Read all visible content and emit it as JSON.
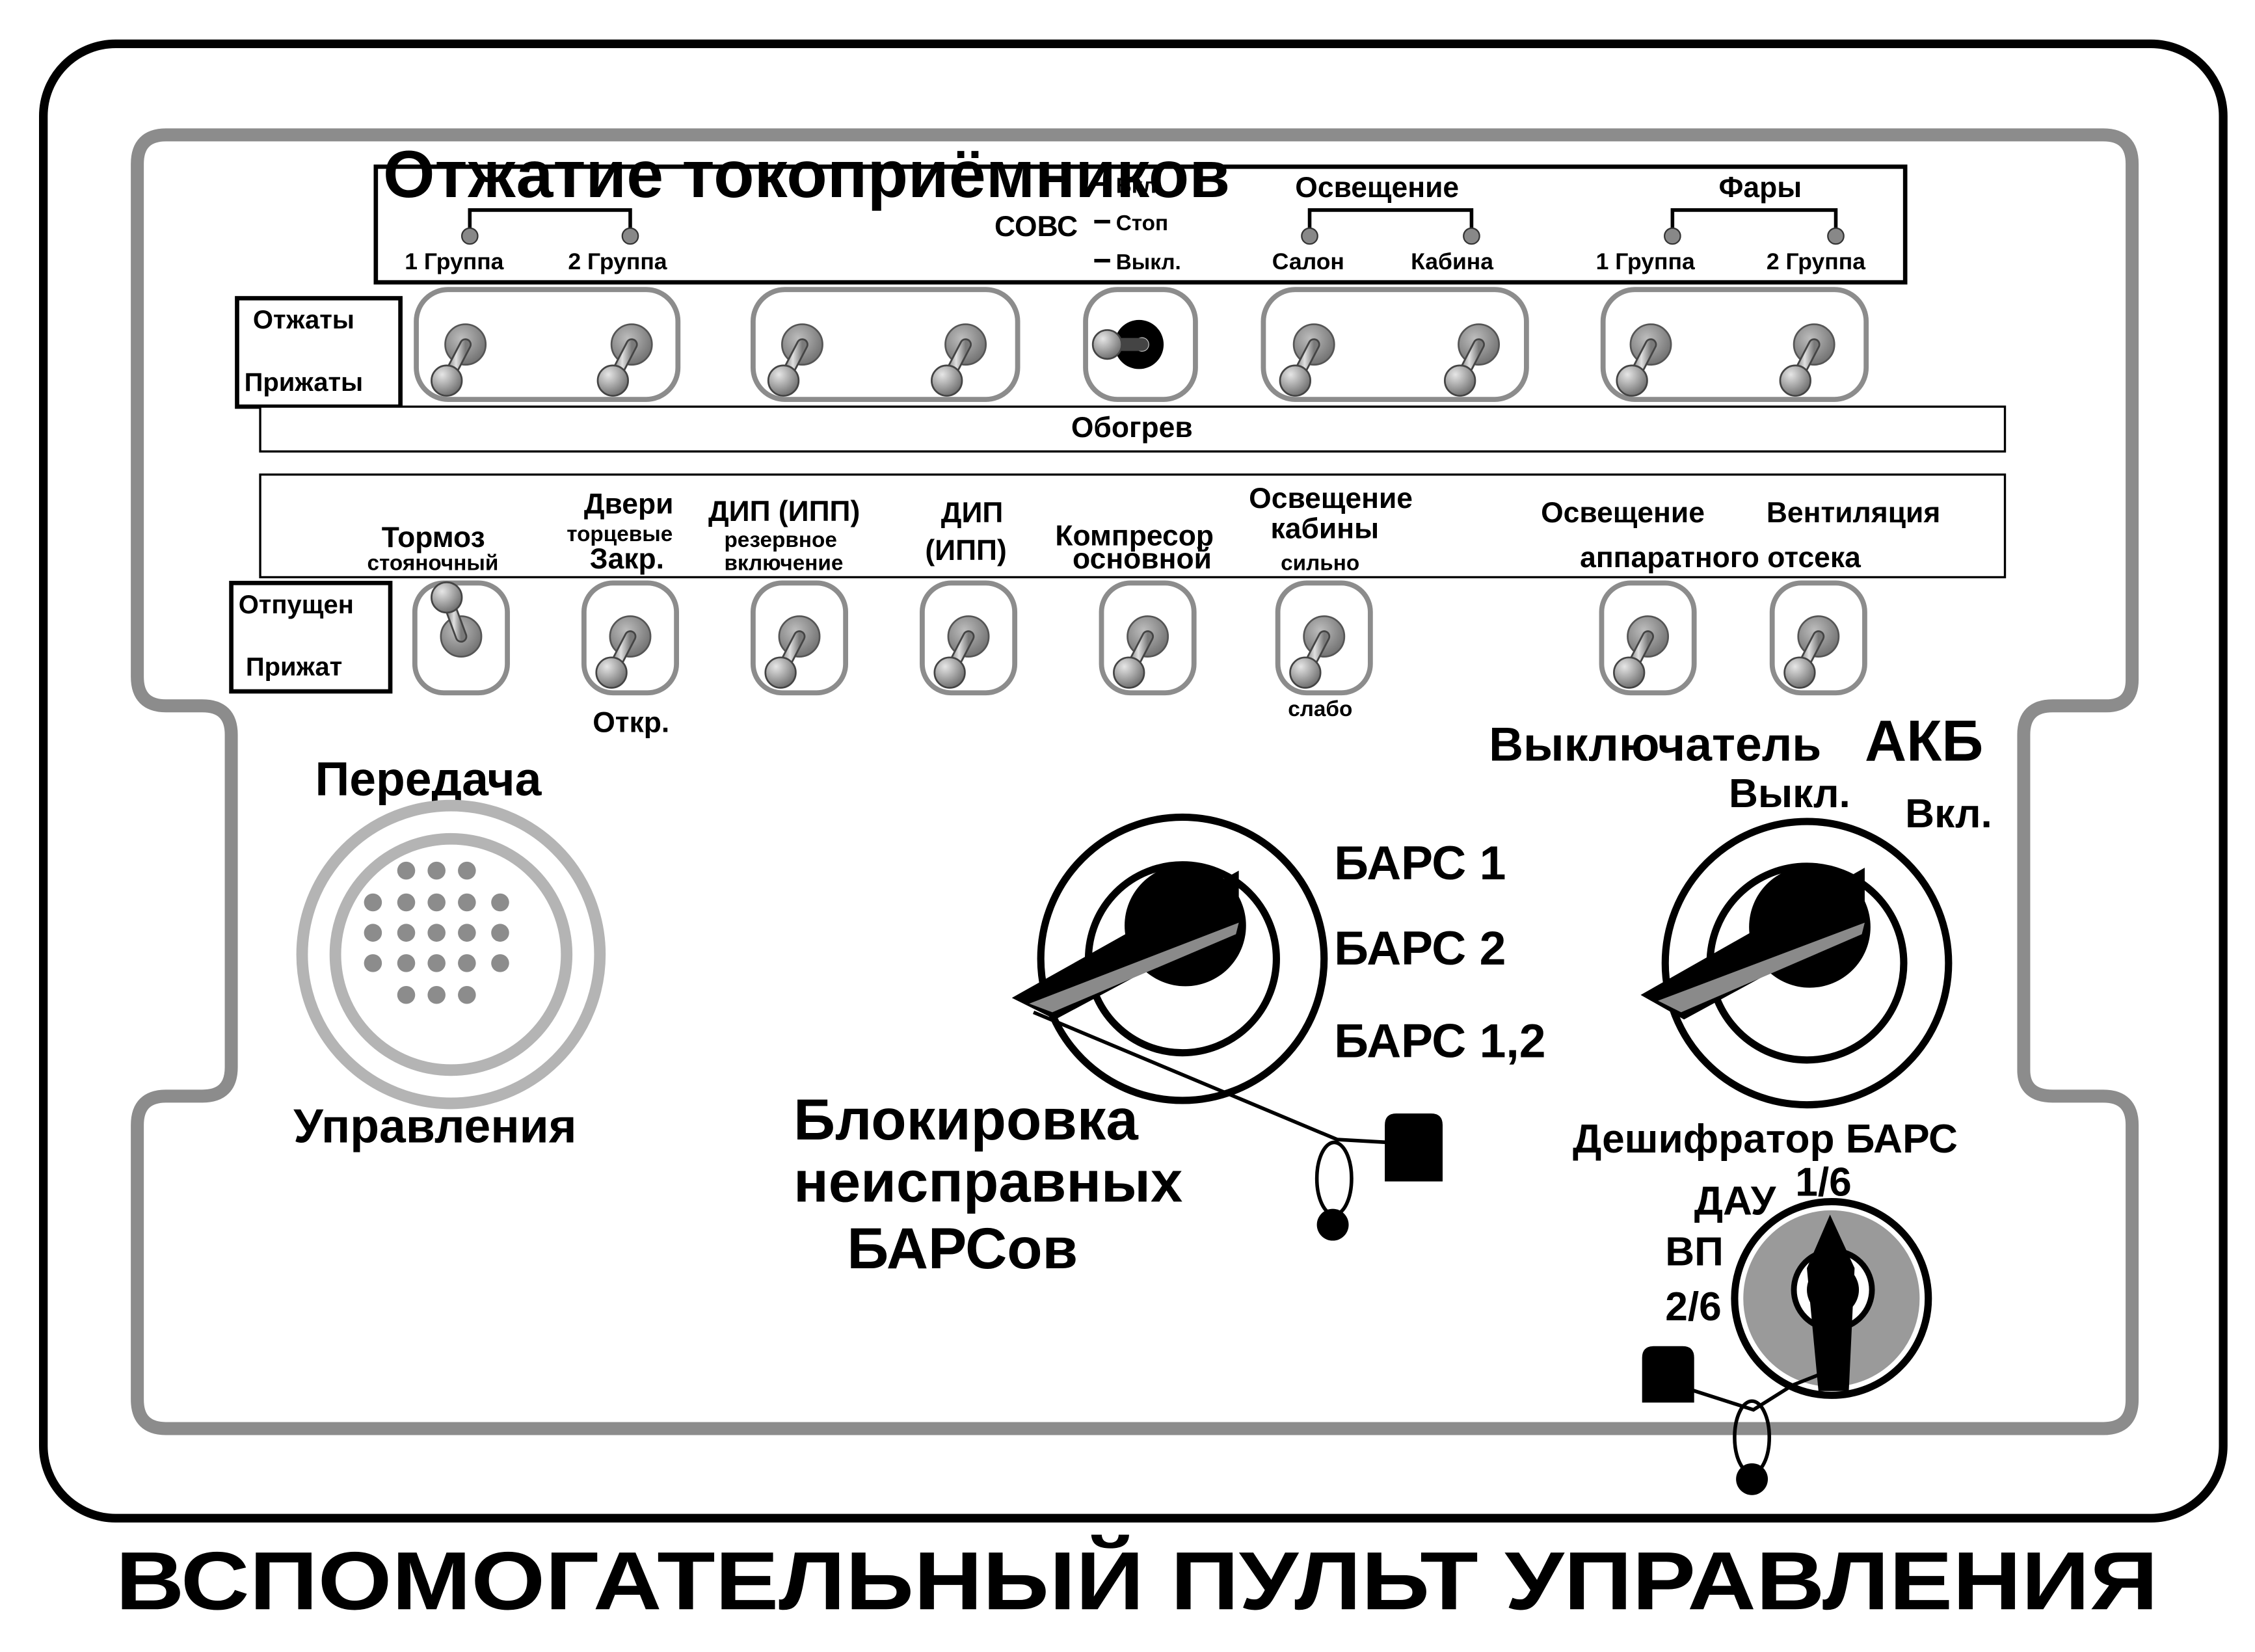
{
  "panel": {
    "title": "ВСПОМОГАТЕЛЬНЫЙ ПУЛЬТ УПРАВЛЕНИЯ"
  },
  "top_bank": {
    "pantograph_title": "Отжатие токоприёмников",
    "pantograph_group1": "1 Группа",
    "pantograph_group2": "2 Группа",
    "sovs_label": "СОВС",
    "sovs_on": "Вкл.",
    "sovs_stop": "Стоп",
    "sovs_off": "Выкл.",
    "lighting_title": "Освещение",
    "lighting_salon": "Салон",
    "lighting_cab": "Кабина",
    "headlights_title": "Фары",
    "headlights_group1": "1 Группа",
    "headlights_group2": "2 Группа",
    "state_up": "Отжаты",
    "state_down": "Прижаты",
    "heating_label": "Обогрев"
  },
  "bottom_bank": {
    "brake_title": "Тормоз",
    "brake_sub": "стояночный",
    "doors_title": "Двери",
    "doors_sub": "торцевые",
    "doors_closed": "Закр.",
    "doors_open": "Откр.",
    "dip_reserve_title": "ДИП (ИПП)",
    "dip_reserve_sub1": "резервное",
    "dip_reserve_sub2": "включение",
    "dip_title_1": "ДИП",
    "dip_title_2": "(ИПП)",
    "compressor_title": "Компресор",
    "compressor_sub": "основной",
    "cab_light_title_1": "Освещение",
    "cab_light_title_2": "кабины",
    "cab_light_strong": "сильно",
    "cab_light_weak": "слабо",
    "app_light_title": "Освещение",
    "ventilation_title": "Вентиляция",
    "app_compartment": "аппаратного отсека",
    "state_up": "Отпущен",
    "state_down": "Прижат"
  },
  "speaker": {
    "label_top": "Передача",
    "label_bottom": "Управления"
  },
  "bars_switch": {
    "pos1": "БАРС 1",
    "pos2": "БАРС 2",
    "pos3": "БАРС 1,2",
    "label_1": "Блокировка",
    "label_2": "неисправных",
    "label_3": "БАРСов"
  },
  "battery_switch": {
    "title_1": "Выключатель",
    "title_2": "АКБ",
    "off": "Выкл.",
    "on": "Вкл."
  },
  "decoder_switch": {
    "title": "Дешифратор БАРС",
    "pos_dau": "ДАУ",
    "pos_1_6": "1/6",
    "pos_vp": "ВП",
    "pos_2_6": "2/6"
  },
  "colors": {
    "frame_gray": "#8c8c8c",
    "knob_gray": "#8a8a8a",
    "ring_gray": "#b4b4b4",
    "black": "#000000"
  }
}
